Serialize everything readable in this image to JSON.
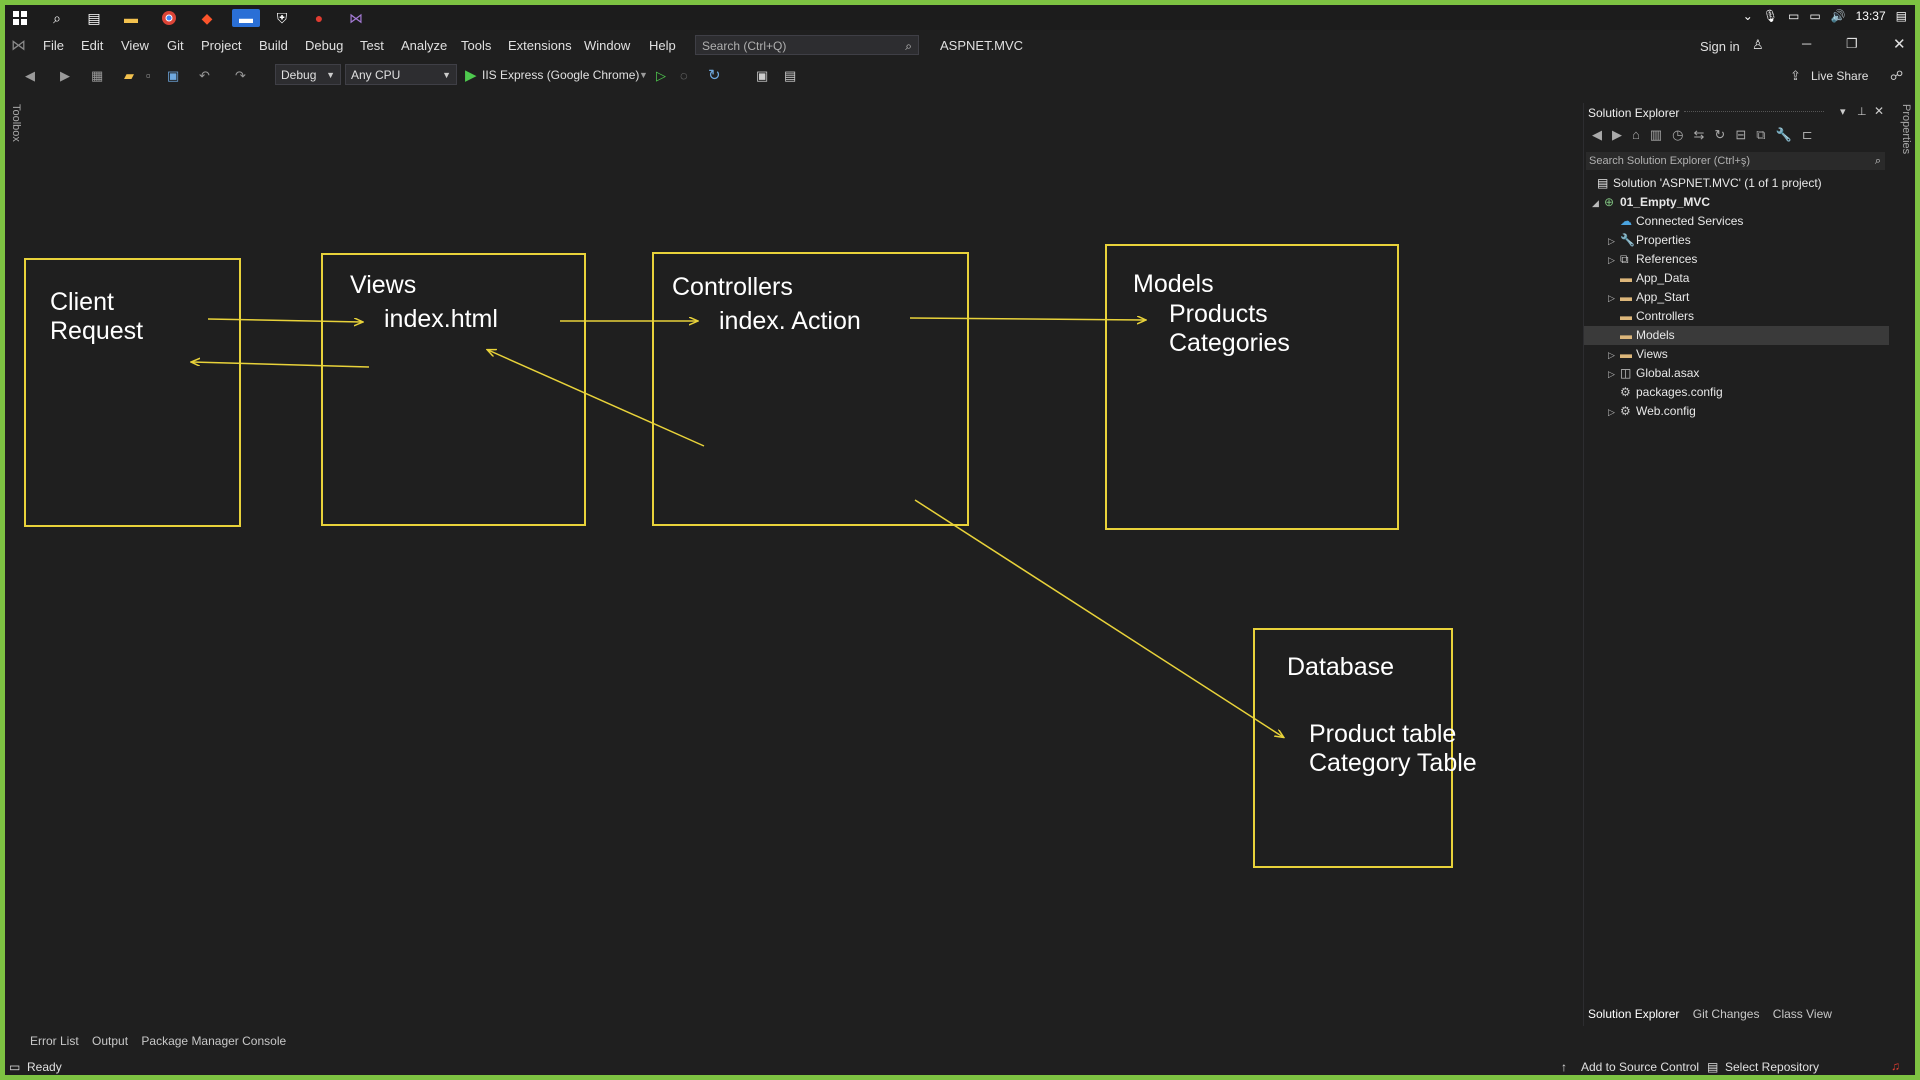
{
  "taskbar": {
    "icons": [
      "windows-start-icon",
      "search-icon",
      "task-view-icon",
      "file-explorer-icon",
      "chrome-icon",
      "brave-icon",
      "app-icon",
      "shield-icon",
      "record-icon",
      "visual-studio-icon"
    ],
    "time": "13:37"
  },
  "menubar": {
    "items": [
      "File",
      "Edit",
      "View",
      "Git",
      "Project",
      "Build",
      "Debug",
      "Test",
      "Analyze",
      "Tools",
      "Extensions",
      "Window",
      "Help"
    ],
    "search_placeholder": "Search (Ctrl+Q)",
    "solution_name": "ASPNET.MVC",
    "sign_in": "Sign in"
  },
  "toolbar": {
    "configuration": "Debug",
    "platform": "Any CPU",
    "run_target": "IIS Express (Google Chrome)",
    "live_share": "Live Share"
  },
  "side_labels": {
    "toolbox": "Toolbox",
    "properties": "Properties"
  },
  "diagram": {
    "client": {
      "title": "Client\nRequest"
    },
    "views": {
      "title": "Views",
      "item": "index.html"
    },
    "controllers": {
      "title": "Controllers",
      "item": "index. Action"
    },
    "models": {
      "title": "Models",
      "items": "Products\nCategories"
    },
    "database": {
      "title": "Database",
      "items": "Product table\nCategory Table"
    },
    "accent_color": "#e8d23a"
  },
  "solution_explorer": {
    "title": "Solution Explorer",
    "search_placeholder": "Search Solution Explorer (Ctrl+ş)",
    "solution": "Solution 'ASPNET.MVC' (1 of 1 project)",
    "project": "01_Empty_MVC",
    "items": [
      {
        "label": "Connected Services",
        "icon": "connected-services-icon",
        "expandable": false
      },
      {
        "label": "Properties",
        "icon": "wrench-icon",
        "expandable": true
      },
      {
        "label": "References",
        "icon": "references-icon",
        "expandable": true
      },
      {
        "label": "App_Data",
        "icon": "folder-icon",
        "expandable": false
      },
      {
        "label": "App_Start",
        "icon": "folder-icon",
        "expandable": true
      },
      {
        "label": "Controllers",
        "icon": "folder-icon",
        "expandable": false
      },
      {
        "label": "Models",
        "icon": "folder-icon",
        "expandable": false,
        "selected": true
      },
      {
        "label": "Views",
        "icon": "folder-icon",
        "expandable": true
      },
      {
        "label": "Global.asax",
        "icon": "file-icon",
        "expandable": true
      },
      {
        "label": "packages.config",
        "icon": "config-file-icon",
        "expandable": false
      },
      {
        "label": "Web.config",
        "icon": "config-file-icon",
        "expandable": true
      }
    ],
    "tabs": [
      "Solution Explorer",
      "Git Changes",
      "Class View"
    ]
  },
  "bottom_tabs": [
    "Error List",
    "Output",
    "Package Manager Console"
  ],
  "status": {
    "left": "Ready",
    "source_control": "Add to Source Control",
    "repository": "Select Repository"
  }
}
